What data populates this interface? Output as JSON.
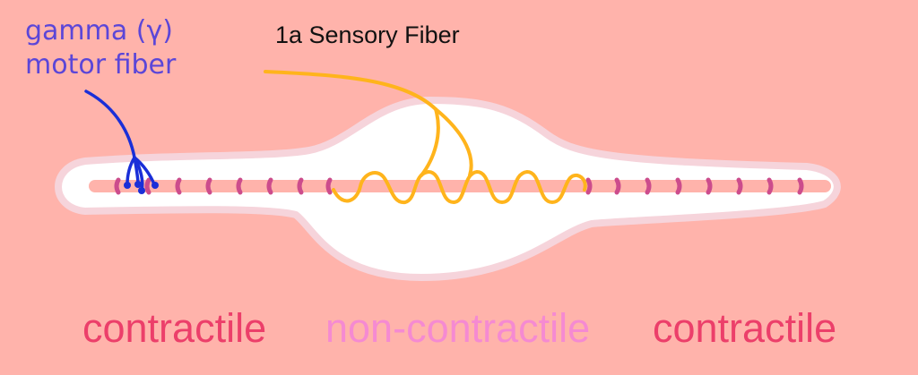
{
  "labels": {
    "gamma_line1": "gamma (γ)",
    "gamma_line2": "motor fiber",
    "sensory": "1a Sensory Fiber",
    "region_left": "contractile",
    "region_middle": "non-contractile",
    "region_right": "contractile"
  },
  "colors": {
    "background": "#ffb3ab",
    "spindle_fill": "#ffffff",
    "spindle_outline": "#f6d4db",
    "fiber_bar": "#ffb3ab",
    "striation": "#cc4c8c",
    "gamma_fiber": "#1a2fd8",
    "sensory_fiber": "#ffb41c",
    "gamma_text": "#5b46d8",
    "contractile_text": "#ec3f6a",
    "noncontractile_text": "#f58ad2"
  }
}
